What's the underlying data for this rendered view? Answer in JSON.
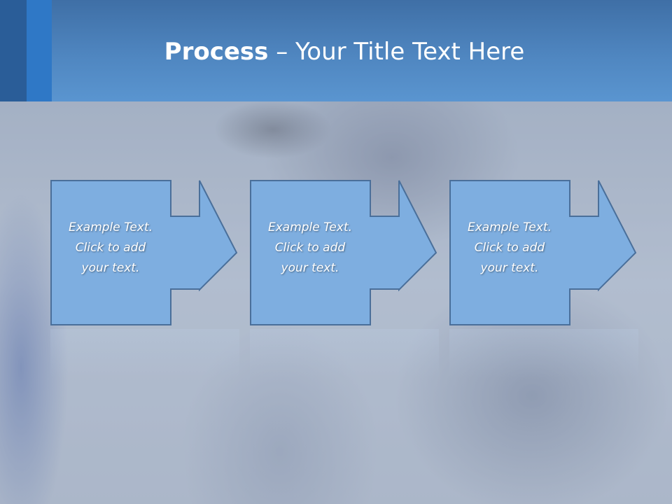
{
  "slide": {
    "title_bold": "Process",
    "title_separator": " – ",
    "title_rest": "Your Title Text Here"
  },
  "colors": {
    "header": "#4f86c0",
    "box_fill": "#7eaee0",
    "box_stroke": "#4a6f9a",
    "text": "#ffffff"
  },
  "steps": [
    {
      "line1": "Example Text.",
      "line2": "Click  to add",
      "line3": "your text."
    },
    {
      "line1": "Example Text.",
      "line2": "Click  to add",
      "line3": "your text."
    },
    {
      "line1": "Example Text.",
      "line2": "Click  to add",
      "line3": "your text."
    }
  ]
}
